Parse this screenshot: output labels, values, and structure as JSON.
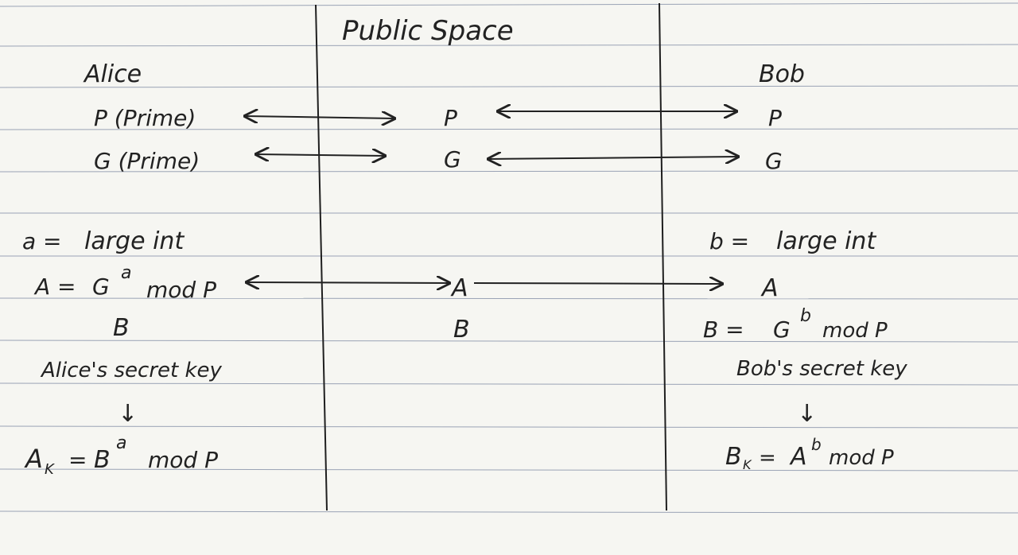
{
  "public_space": {
    "heading": "Public Space"
  },
  "alice": {
    "name": "Alice",
    "p_label": "P  (Prime)",
    "g_label": "G  (Prime)",
    "private_var": "a =",
    "private_val": "large int",
    "A_lhs": "A =",
    "A_base": "G",
    "A_exp": "a",
    "A_mod": "mod P",
    "B": "B",
    "secret_label": "Alice's secret key",
    "down_arrow": "↓",
    "key_lhs": "A",
    "key_sub": "K",
    "key_eq": "=",
    "key_base": "B",
    "key_exp": "a",
    "key_mod": "mod P"
  },
  "public": {
    "P": "P",
    "G": "G",
    "A": "A",
    "B": "B"
  },
  "bob": {
    "name": "Bob",
    "P": "P",
    "G": "G",
    "private_var": "b =",
    "private_val": "large int",
    "A": "A",
    "B_lhs": "B =",
    "B_base": "G",
    "B_exp": "b",
    "B_mod": "mod P",
    "secret_label": "Bob's secret key",
    "down_arrow": "↓",
    "key_lhs": "B",
    "key_sub": "K",
    "key_eq": "=",
    "key_base": "A",
    "key_exp": "b",
    "key_mod": "mod P"
  }
}
